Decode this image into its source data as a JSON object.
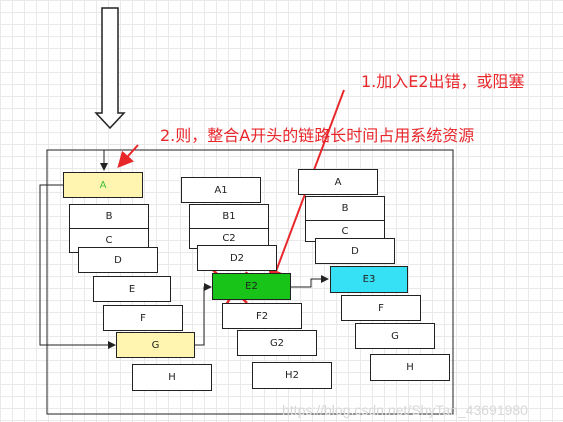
{
  "annotations": {
    "note1": "1.加入E2出错，或阻塞",
    "note2": "2.则，整合A开头的链路长时间占用系统资源"
  },
  "colors": {
    "highlight_yellow": "#fff5b0",
    "error_green": "#17c417",
    "target_cyan": "#36e1f5",
    "annotation_red": "#e8272b"
  },
  "chains": {
    "left": [
      "A",
      "B",
      "C",
      "D",
      "E",
      "F",
      "G",
      "H"
    ],
    "middle": [
      "A1",
      "B1",
      "C2",
      "D2",
      "E2",
      "F2",
      "G2",
      "H2"
    ],
    "right": [
      "A",
      "B",
      "C",
      "D",
      "E3",
      "F",
      "G",
      "H"
    ]
  },
  "watermark": "https://blog.csdn.net/ShyTan_43691980"
}
